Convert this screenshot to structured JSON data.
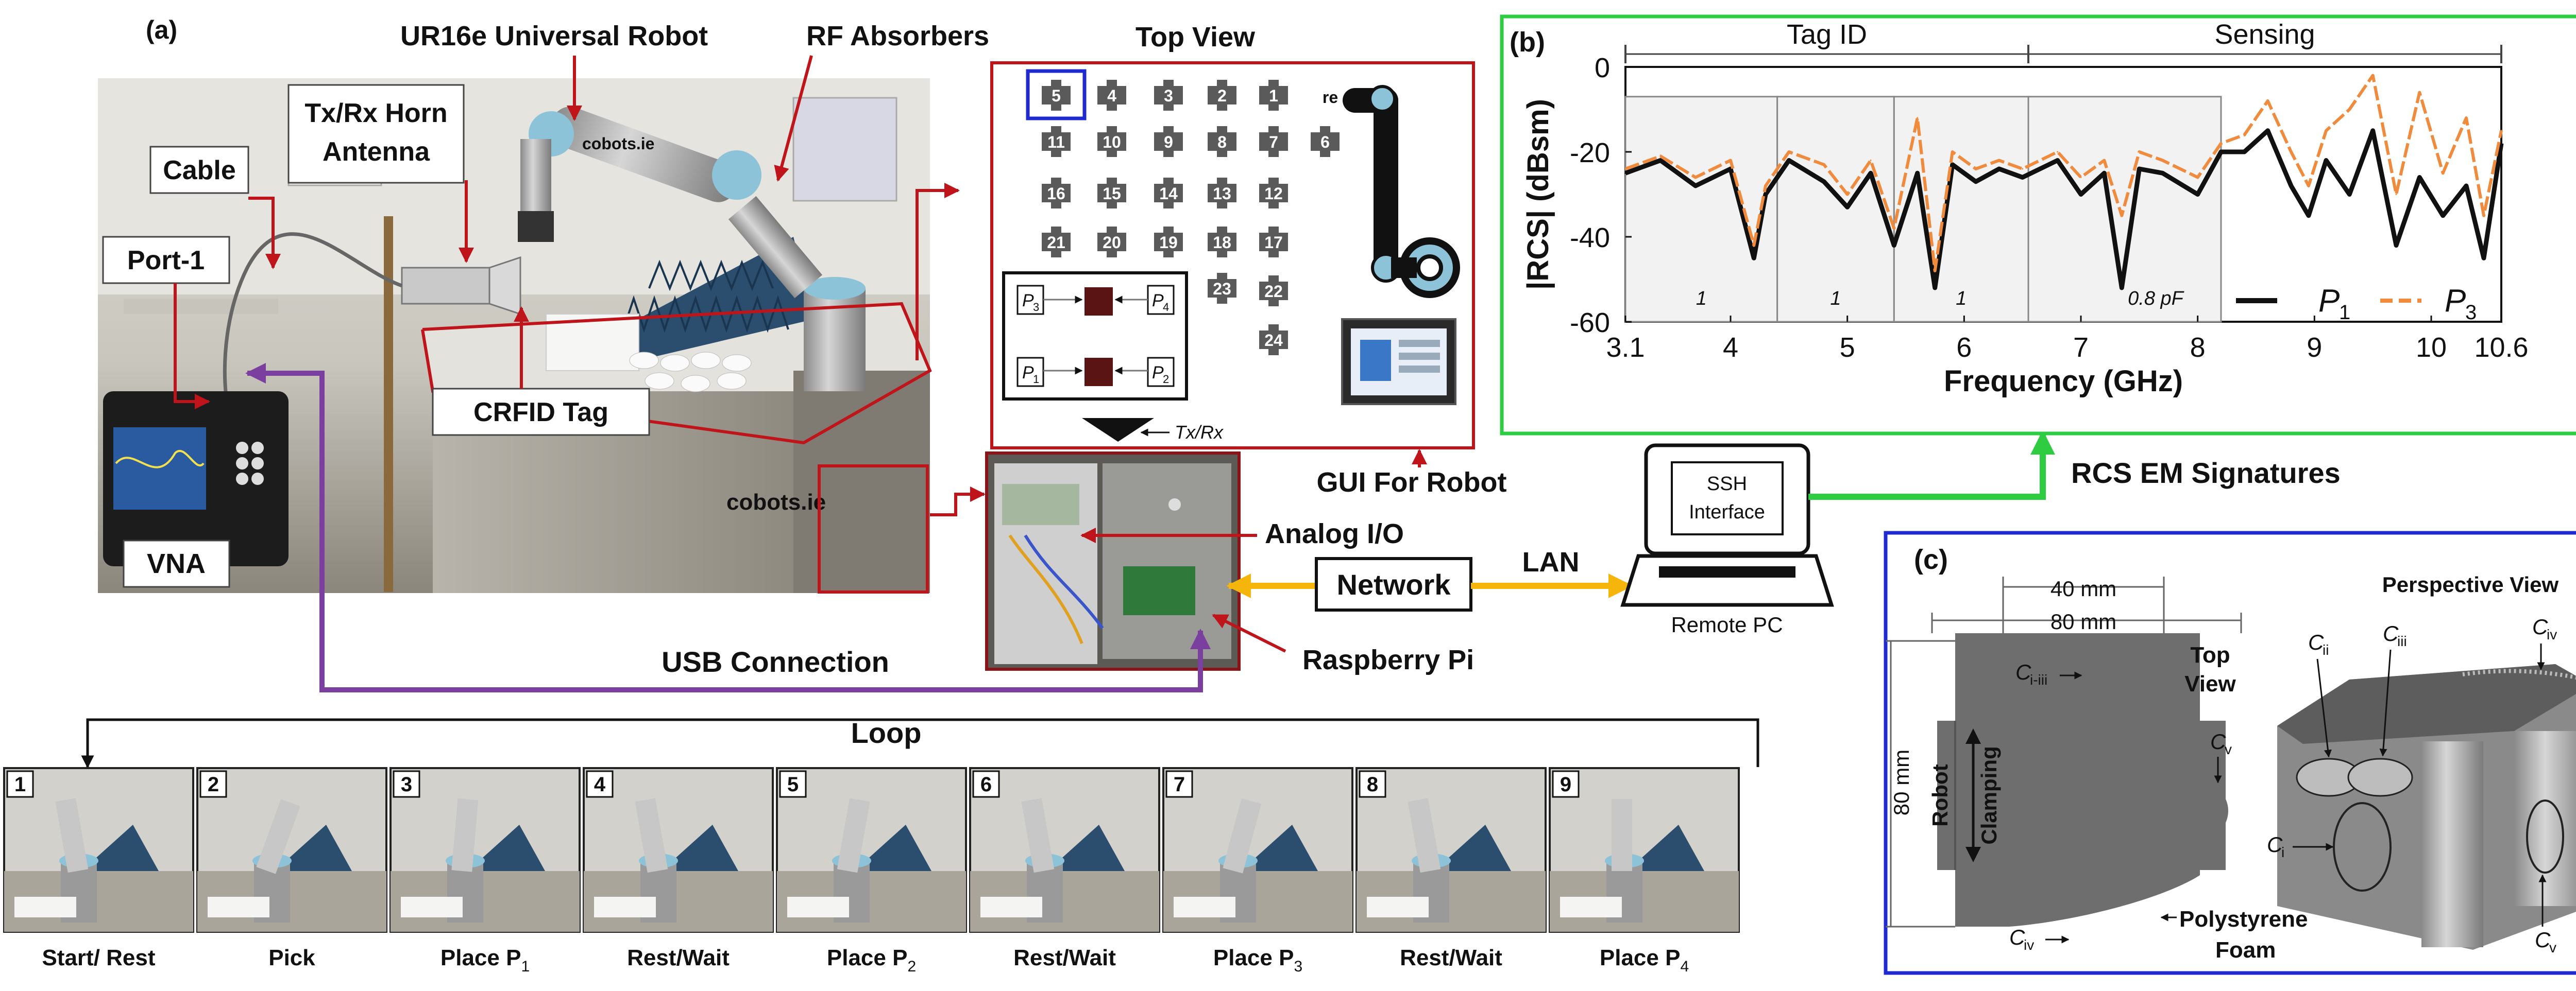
{
  "panel_a": {
    "label": "(a)",
    "callouts": {
      "robot": "UR16e Universal Robot",
      "absorbers": "RF Absorbers",
      "horn_line1": "Tx/Rx Horn",
      "horn_line2": "Antenna",
      "cable": "Cable",
      "port": "Port-1",
      "tag": "CRFID Tag",
      "vna": "VNA",
      "analog": "Analog I/O",
      "rpi": "Raspberry Pi",
      "gui": "GUI For Robot",
      "usb": "USB Connection",
      "network": "Network",
      "lan": "LAN",
      "remote_pc": "Remote PC",
      "ssh_line1": "SSH",
      "ssh_line2": "Interface",
      "signatures": "RCS EM Signatures"
    },
    "photo_logo": "cobots.ie",
    "top_view": {
      "title": "Top View",
      "rest_label": "re",
      "positions": [
        "5",
        "4",
        "3",
        "2",
        "1",
        "11",
        "10",
        "9",
        "8",
        "7",
        "6",
        "16",
        "15",
        "14",
        "13",
        "12",
        "21",
        "20",
        "19",
        "18",
        "17",
        "23",
        "22",
        "24"
      ],
      "tx_rx": "Tx/Rx",
      "inset": {
        "p1": "P",
        "p2": "P",
        "p3": "P",
        "p4": "P",
        "s1": "1",
        "s2": "2",
        "s3": "3",
        "s4": "4"
      }
    }
  },
  "panel_b": {
    "label": "(b)",
    "region_tag": "Tag ID",
    "region_sensing": "Sensing",
    "segment_labels": [
      "1",
      "1",
      "1",
      "0.8 pF"
    ],
    "legend": {
      "series1": "P",
      "series1_sub": "1",
      "series2": "P",
      "series2_sub": "3"
    },
    "chart_data": {
      "type": "line",
      "xlabel": "Frequency (GHz)",
      "ylabel": "|RCS| (dBsm)",
      "xlim": [
        3.1,
        10.6
      ],
      "ylim": [
        -60,
        0
      ],
      "xticks": [
        "3.1",
        "4",
        "5",
        "6",
        "7",
        "8",
        "9",
        "10",
        "10.6"
      ],
      "yticks": [
        "0",
        "-20",
        "-40",
        "-60"
      ],
      "region_boundary_ghz": 6.55,
      "resonator_boxes_ghz": [
        [
          3.1,
          4.4
        ],
        [
          4.4,
          5.4
        ],
        [
          5.4,
          6.55
        ],
        [
          6.55,
          8.2
        ]
      ],
      "series": [
        {
          "name": "P1",
          "color": "#111111",
          "x": [
            3.1,
            3.4,
            3.7,
            4.0,
            4.2,
            4.3,
            4.5,
            4.8,
            5.0,
            5.2,
            5.4,
            5.6,
            5.75,
            5.9,
            6.1,
            6.3,
            6.5,
            6.8,
            7.0,
            7.2,
            7.35,
            7.5,
            7.7,
            8.0,
            8.2,
            8.4,
            8.6,
            8.8,
            8.95,
            9.1,
            9.3,
            9.5,
            9.7,
            9.9,
            10.1,
            10.3,
            10.45,
            10.6
          ],
          "y": [
            -25,
            -22,
            -28,
            -24,
            -45,
            -30,
            -22,
            -27,
            -33,
            -25,
            -42,
            -25,
            -52,
            -23,
            -27,
            -24,
            -26,
            -22,
            -30,
            -25,
            -52,
            -24,
            -25,
            -30,
            -20,
            -20,
            -15,
            -28,
            -35,
            -22,
            -30,
            -15,
            -42,
            -26,
            -35,
            -28,
            -45,
            -18
          ]
        },
        {
          "name": "P3",
          "color": "#f08a3c",
          "x": [
            3.1,
            3.4,
            3.7,
            4.0,
            4.2,
            4.3,
            4.5,
            4.8,
            5.0,
            5.2,
            5.4,
            5.6,
            5.75,
            5.9,
            6.1,
            6.3,
            6.5,
            6.8,
            7.0,
            7.2,
            7.35,
            7.5,
            7.7,
            8.0,
            8.2,
            8.4,
            8.6,
            8.8,
            8.95,
            9.1,
            9.3,
            9.5,
            9.7,
            9.9,
            10.1,
            10.3,
            10.45,
            10.6
          ],
          "y": [
            -24,
            -21,
            -26,
            -22,
            -42,
            -28,
            -20,
            -23,
            -30,
            -22,
            -38,
            -12,
            -48,
            -20,
            -24,
            -22,
            -24,
            -20,
            -26,
            -22,
            -35,
            -20,
            -22,
            -26,
            -18,
            -16,
            -8,
            -20,
            -28,
            -15,
            -10,
            -2,
            -30,
            -6,
            -25,
            -12,
            -35,
            -15
          ]
        }
      ]
    }
  },
  "panel_c": {
    "label": "(c)",
    "dim_40": "40 mm",
    "dim_80h": "80 mm",
    "dim_80v": "80 mm",
    "top_view": "Top",
    "top_view2": "View",
    "perspective": "Perspective View",
    "clamp_line1": "Robot",
    "clamp_line2": "Clamping",
    "foam_line1": "Polystyrene",
    "foam_line2": "Foam",
    "c_iii": "C",
    "c_iii_sub": "i-iii",
    "c_v": "C",
    "c_v_sub": "v",
    "c_iv": "C",
    "c_iv_sub": "iv",
    "c_ii": "C",
    "c_ii_sub": "ii",
    "c_iii2": "C",
    "c_iii2_sub": "iii",
    "c_iv2": "C",
    "c_iv2_sub": "iv",
    "c_i": "C",
    "c_i_sub": "i",
    "c_v2": "C",
    "c_v2_sub": "v"
  },
  "loop": {
    "title": "Loop",
    "steps": [
      {
        "num": "1",
        "caption": "Start/ Rest",
        "sub": ""
      },
      {
        "num": "2",
        "caption": "Pick",
        "sub": ""
      },
      {
        "num": "3",
        "caption": "Place P",
        "sub": "1"
      },
      {
        "num": "4",
        "caption": "Rest/Wait",
        "sub": ""
      },
      {
        "num": "5",
        "caption": "Place P",
        "sub": "2"
      },
      {
        "num": "6",
        "caption": "Rest/Wait",
        "sub": ""
      },
      {
        "num": "7",
        "caption": "Place P",
        "sub": "3"
      },
      {
        "num": "8",
        "caption": "Rest/Wait",
        "sub": ""
      },
      {
        "num": "9",
        "caption": "Place P",
        "sub": "4"
      }
    ]
  },
  "colors": {
    "green": "#2ecc40",
    "purple": "#7b3fa0",
    "red": "#c0141b",
    "yellow": "#f5b50a",
    "blue": "#1f2ad1",
    "orange": "#f08a3c"
  }
}
